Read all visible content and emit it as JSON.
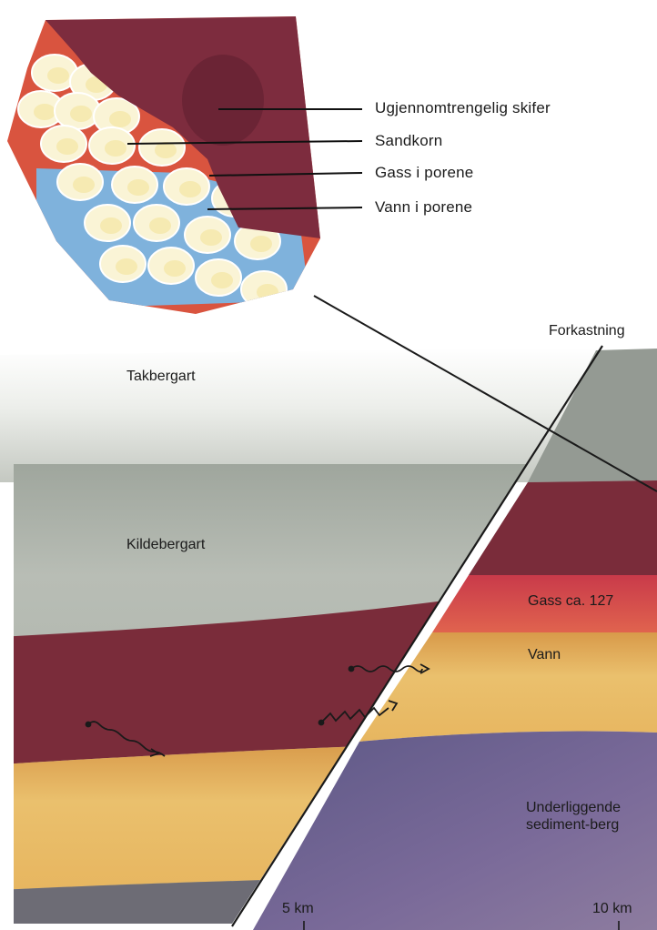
{
  "inset": {
    "labels": {
      "shale": "Ugjennomtrengelig skifer",
      "sand": "Sandkorn",
      "gas": "Gass i porene",
      "water": "Vann i porene"
    },
    "colors": {
      "shale": "#7d2c3e",
      "gas": "#d9543f",
      "water": "#7fb2dc",
      "grain": "#faf4d6"
    }
  },
  "cross_section": {
    "labels": {
      "fault": "Forkastning",
      "cap_rock": "Takbergart",
      "source_rock": "Kildebergart",
      "gas": "Gass ca. 127",
      "water": "Vann",
      "underlying_1": "Underliggende",
      "underlying_2": "sediment-berg"
    },
    "colors": {
      "cap_rock": "#c9cdc6",
      "source_rock": "#a7aea6",
      "dark_red_layer": "#7a2c3a",
      "gas": "#d5484f",
      "water": "#e4b35e",
      "underlying": "#6f5f93"
    }
  },
  "scale": {
    "tick_5km": "5 km",
    "tick_10km": "10 km"
  }
}
